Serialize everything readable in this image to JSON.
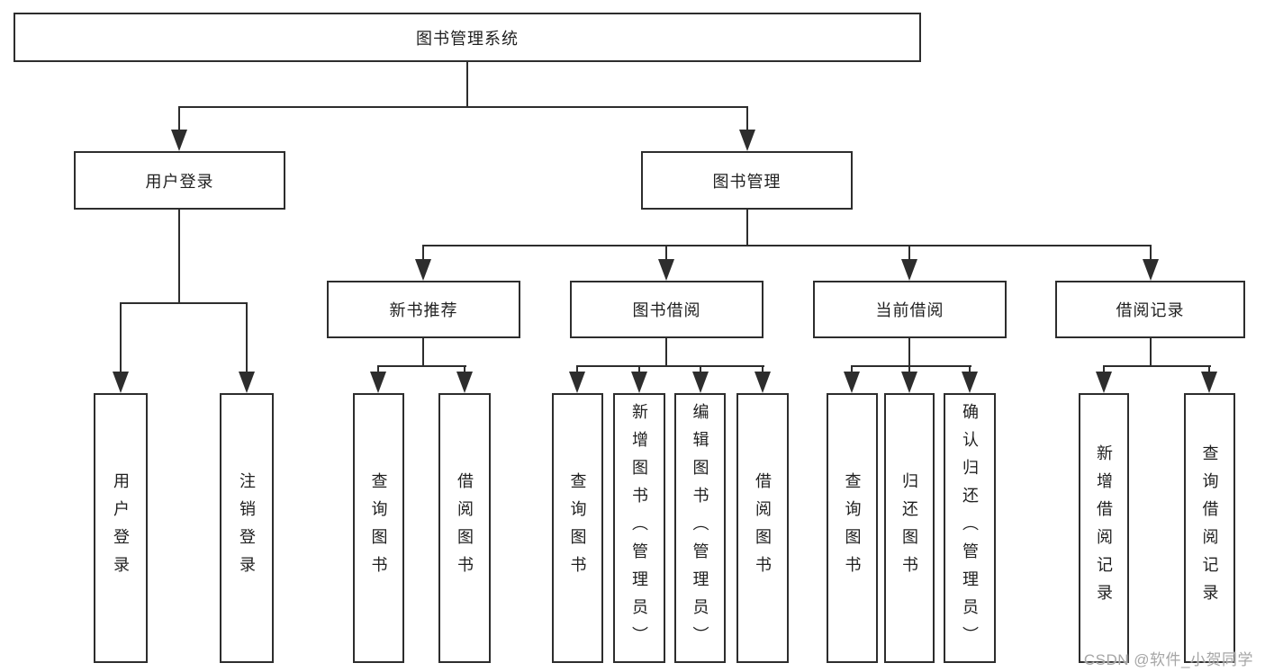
{
  "tree": {
    "root": {
      "label": "图书管理系统"
    },
    "user_login": {
      "label": "用户登录",
      "children": [
        {
          "label": "用户登录"
        },
        {
          "label": "注销登录"
        }
      ]
    },
    "book_management": {
      "label": "图书管理",
      "modules": [
        {
          "label": "新书推荐",
          "children": [
            {
              "label": "查询图书"
            },
            {
              "label": "借阅图书"
            }
          ]
        },
        {
          "label": "图书借阅",
          "children": [
            {
              "label": "查询图书"
            },
            {
              "label": "新增图书（管理员）"
            },
            {
              "label": "编辑图书（管理员）"
            },
            {
              "label": "借阅图书"
            }
          ]
        },
        {
          "label": "当前借阅",
          "children": [
            {
              "label": "查询图书"
            },
            {
              "label": "归还图书"
            },
            {
              "label": "确认归还（管理员）"
            }
          ]
        },
        {
          "label": "借阅记录",
          "children": [
            {
              "label": "新增借阅记录"
            },
            {
              "label": "查询借阅记录"
            }
          ]
        }
      ]
    }
  },
  "watermark": {
    "text": "CSDN @软件_小贺同学"
  },
  "colors": {
    "line": "#2d2d2d",
    "box_border": "#2d2d2d",
    "text": "#1f1f1f",
    "background": "#ffffff",
    "watermark": "#a6a6a6"
  }
}
